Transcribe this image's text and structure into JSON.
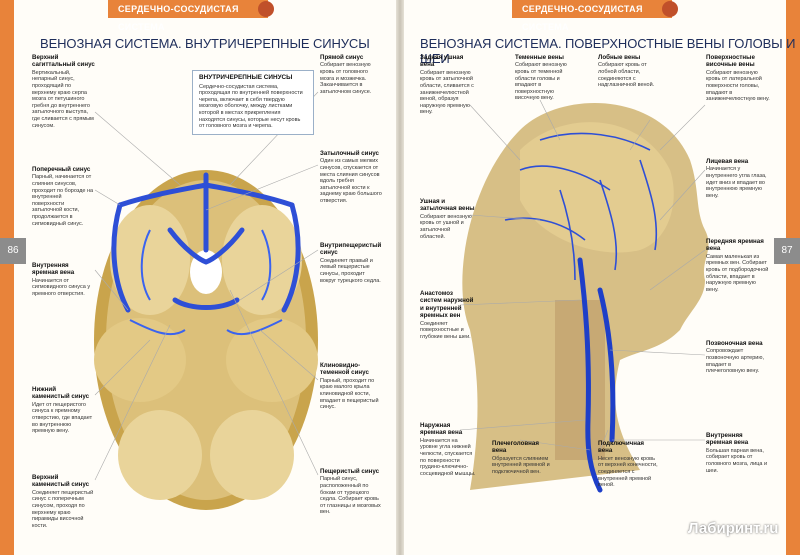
{
  "header": {
    "left_section": "СЕРДЕЧНО-СОСУДИСТАЯ СИСТЕМА",
    "right_section": "СЕРДЕЧНО-СОСУДИСТАЯ СИСТЕМА"
  },
  "pages": {
    "left": "86",
    "right": "87"
  },
  "left_page": {
    "title": "ВЕНОЗНАЯ СИСТЕМА. ВНУТРИЧЕРЕПНЫЕ СИНУСЫ",
    "box": {
      "title": "ВНУТРИЧЕРЕПНЫЕ СИНУСЫ",
      "text": "Сердечно-сосудистая система, проходящая по внутренней поверхности черепа, включает в себя твердую мозговую оболочку, между листками которой в местах прикрепления находятся синусы, которые несут кровь от головного мозга и черепа."
    },
    "labels": [
      {
        "title": "Верхний сагиттальный синус",
        "text": "Вертикальный, непарный синус, проходящий по верхнему краю серпа мозга от петушиного гребня до внутреннего затылочного выступа, где сливается с прямым синусом."
      },
      {
        "title": "Прямой синус",
        "text": "Собирает венозную кровь от головного мозга и мозжечка. Заканчивается в затылочном синусе."
      },
      {
        "title": "Поперечный синус",
        "text": "Парный, начинается от слияния синусов, проходит по борозде на внутренней поверхности затылочной кости, продолжается в сигмовидный синус."
      },
      {
        "title": "Затылочный синус",
        "text": "Один из самых мелких синусов, спускается от места слияния синусов вдоль гребня затылочной кости к заднему краю большого отверстия."
      },
      {
        "title": "Внутренняя яремная вена",
        "text": "Начинается от сигмовидного синуса у яремного отверстия."
      },
      {
        "title": "Внутрипещеристый синус",
        "text": "Соединяет правый и левый пещеристые синусы, проходит вокруг турецкого седла."
      },
      {
        "title": "Клиновидно-теменной синус",
        "text": "Парный, проходит по краю малого крыла клиновидной кости, впадает в пещеристый синус."
      },
      {
        "title": "Нижний каменистый синус",
        "text": "Идет от пещеристого синуса к яремному отверстию, где впадает во внутреннюю яремную вену."
      },
      {
        "title": "Верхний каменистый синус",
        "text": "Соединяет пещеристый синус с поперечным синусом, проходя по верхнему краю пирамиды височной кости."
      },
      {
        "title": "Пещеристый синус",
        "text": "Парный синус, расположенный по бокам от турецкого седла. Собирает кровь от глазницы и мозговых вен."
      }
    ]
  },
  "right_page": {
    "title": "ВЕНОЗНАЯ СИСТЕМА. ПОВЕРХНОСТНЫЕ ВЕНЫ ГОЛОВЫ И ШЕИ",
    "labels": [
      {
        "title": "Задняя ушная вена",
        "text": "Собирает венозную кровь от затылочной области, сливается с занижнечелюстной веной, образуя наружную яремную вену."
      },
      {
        "title": "Теменные вены",
        "text": "Собирают венозную кровь от теменной области головы и впадают в поверхностную височную вену."
      },
      {
        "title": "Лобные вены",
        "text": "Собирают кровь от лобной области, соединяются с надглазничной веной."
      },
      {
        "title": "Поверхностные височные вены",
        "text": "Собирают венозную кровь от латеральной поверхности головы, впадают в занижнечелюстную вену."
      },
      {
        "title": "Ушная и затылочная вены",
        "text": "Собирают венозную кровь от ушной и затылочной областей."
      },
      {
        "title": "Лицевая вена",
        "text": "Начинается у внутреннего угла глаза, идет вниз и впадает во внутреннюю яремную вену."
      },
      {
        "title": "Передняя яремная вена",
        "text": "Самая маленькая из яремных вен. Собирает кровь от подбородочной области, впадает в наружную яремную вену."
      },
      {
        "title": "Анастомоз систем наружной и внутренней яремных вен",
        "text": "Соединяет поверхностные и глубокие вены шеи."
      },
      {
        "title": "Позвоночная вена",
        "text": "Сопровождает позвоночную артерию, впадает в плечеголовную вену."
      },
      {
        "title": "Наружная яремная вена",
        "text": "Начинается на уровне угла нижней челюсти, спускается по поверхности грудино-ключично-сосцевидной мышцы."
      },
      {
        "title": "Плечеголовная вена",
        "text": "Образуется слиянием внутренней яремной и подключичной вен."
      },
      {
        "title": "Подключичная вена",
        "text": "Несет венозную кровь от верхней конечности, соединяется с внутренней яремной веной."
      },
      {
        "title": "Внутренняя яремная вена",
        "text": "Большая парная вена, собирает кровь от головного мозга, лица и шеи."
      }
    ],
    "watermark": "Лабиринт.ru"
  }
}
